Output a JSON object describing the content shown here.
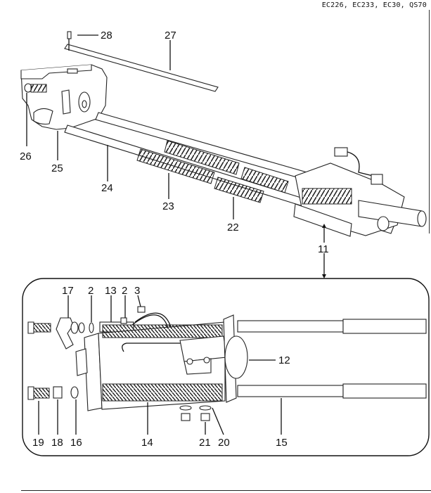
{
  "header": {
    "models": "EC226, EC233, EC30, QS70"
  },
  "callouts": {
    "c28": "28",
    "c27": "27",
    "c26": "26",
    "c25": "25",
    "c24": "24",
    "c23": "23",
    "c22": "22",
    "c11": "11",
    "c17": "17",
    "c2a": "2",
    "c13": "13",
    "c2b": "2",
    "c3": "3",
    "c12": "12",
    "c19": "19",
    "c18": "18",
    "c16": "16",
    "c14": "14",
    "c21": "21",
    "c20": "20",
    "c15": "15"
  }
}
